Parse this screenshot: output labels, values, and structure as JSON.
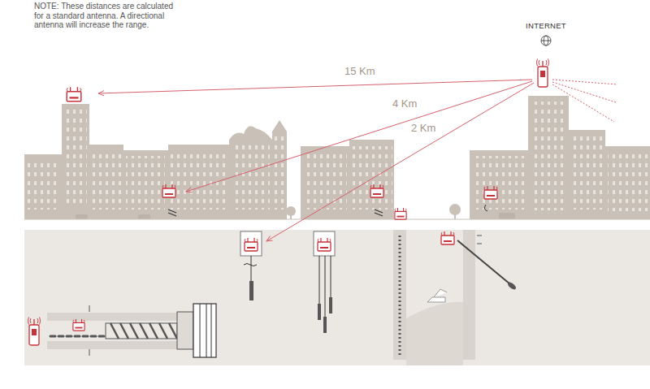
{
  "diagram": {
    "labels": [
      "NOTE: These distances are calculated for a standard antenna. A directional antenna will increase the range.",
      "INTERNET",
      "15 Km",
      "4 Km",
      "2 Km"
    ]
  }
}
